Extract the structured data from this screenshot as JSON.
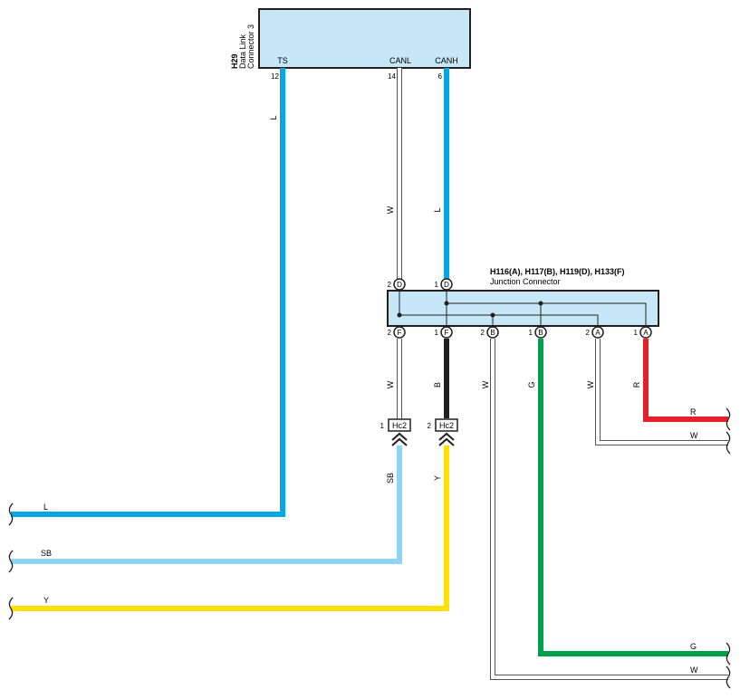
{
  "colors": {
    "L": "#00a8e6",
    "SB": "#8dd3f2",
    "Y": "#ffe000",
    "G": "#00a04a",
    "R": "#e8202a",
    "B": "#231f20",
    "W": "#ffffff",
    "connector_fill": "#c6e7f7"
  },
  "dlc": {
    "code": "H29",
    "name_line1": "Data Link",
    "name_line2": "Connector 3",
    "terminals": [
      {
        "name": "TS",
        "pin": "12"
      },
      {
        "name": "CANL",
        "pin": "14"
      },
      {
        "name": "CANH",
        "pin": "6"
      }
    ]
  },
  "junction": {
    "title": "H116(A), H117(B), H119(D), H133(F)",
    "subtitle": "Junction Connector",
    "top_pins": [
      {
        "num": "2",
        "letter": "D"
      },
      {
        "num": "1",
        "letter": "D"
      }
    ],
    "bottom_pins": [
      {
        "num": "2",
        "letter": "F"
      },
      {
        "num": "1",
        "letter": "F"
      },
      {
        "num": "2",
        "letter": "B"
      },
      {
        "num": "1",
        "letter": "B"
      },
      {
        "num": "2",
        "letter": "A"
      },
      {
        "num": "1",
        "letter": "A"
      }
    ]
  },
  "hc2": [
    {
      "pin": "1",
      "label": "Hc2"
    },
    {
      "pin": "2",
      "label": "Hc2"
    }
  ],
  "wire_labels": {
    "ts_wire": "L",
    "canl_wire": "W",
    "canh_wire": "L",
    "f2_wire": "W",
    "f1_wire": "B",
    "b2_wire": "W",
    "b1_wire": "G",
    "a2_wire": "W",
    "a1_wire": "R",
    "hc2_1_wire": "SB",
    "hc2_2_wire": "Y"
  },
  "exit_labels": {
    "left_L": "L",
    "left_SB": "SB",
    "left_Y": "Y",
    "right_R": "R",
    "right_W_top": "W",
    "right_G": "G",
    "right_W_bottom": "W"
  }
}
